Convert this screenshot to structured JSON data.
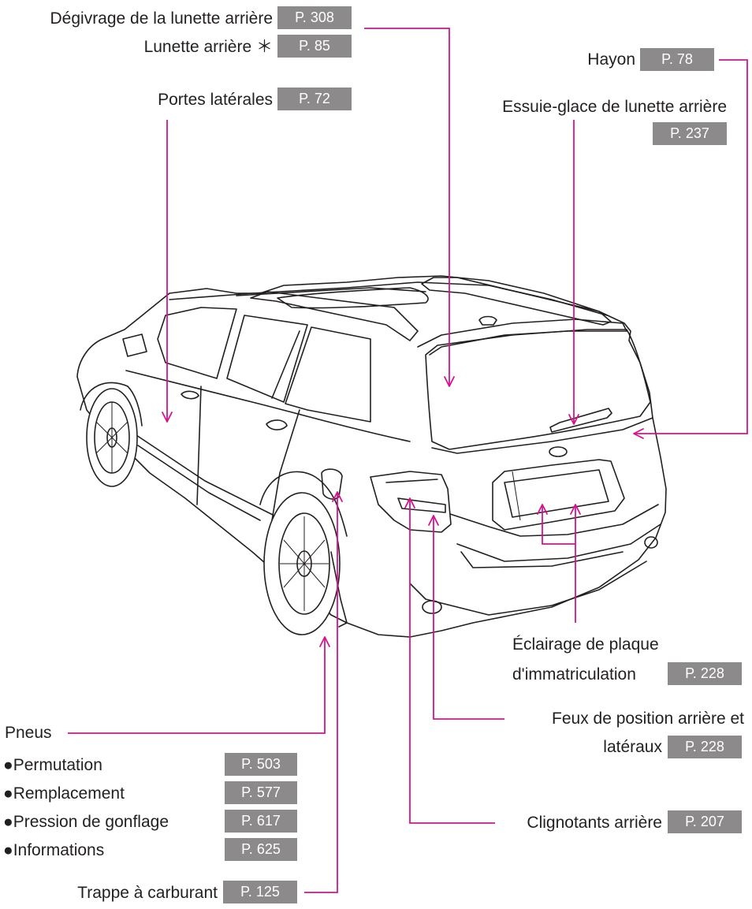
{
  "callouts": {
    "degivrage": {
      "label": "Dégivrage de la lunette arrière",
      "page": "P. 308"
    },
    "lunette": {
      "label": "Lunette arrière",
      "mark": "＊",
      "page": "P. 85"
    },
    "portes": {
      "label": "Portes latérales",
      "page": "P. 72"
    },
    "hayon": {
      "label": "Hayon",
      "page": "P. 78"
    },
    "essuie": {
      "label": "Essuie-glace de lunette arrière",
      "page": "P. 237"
    },
    "eclairage": {
      "label_line1": "Éclairage de plaque",
      "label_line2": "d'immatriculation",
      "page": "P. 228"
    },
    "feux": {
      "label_line1": "Feux de position arrière et",
      "label_line2": "latéraux",
      "page": "P. 228"
    },
    "clignotants": {
      "label": "Clignotants arrière",
      "page": "P. 207"
    },
    "trappe": {
      "label": "Trappe à carburant",
      "page": "P. 125"
    }
  },
  "pneus": {
    "title": "Pneus",
    "bullet": "●",
    "items": [
      {
        "label": "Permutation",
        "page": "P. 503"
      },
      {
        "label": "Remplacement",
        "page": "P. 577"
      },
      {
        "label": "Pression de gonflage",
        "page": "P. 617"
      },
      {
        "label": "Informations",
        "page": "P. 625"
      }
    ]
  },
  "colors": {
    "leader": "#d4148c",
    "page_badge": "#8c8a8b",
    "line_art": "#231f20"
  }
}
